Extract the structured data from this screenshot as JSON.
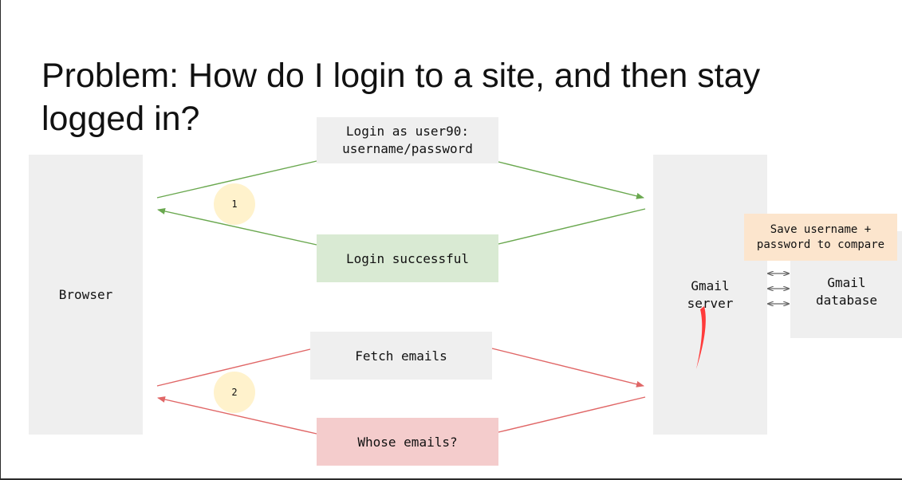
{
  "slide": {
    "title_line1": "Problem: How do I login to a site, and then stay",
    "title_line2": "logged in?"
  },
  "nodes": {
    "browser": "Browser",
    "server": "Gmail\nserver",
    "database": "Gmail\ndatabase"
  },
  "messages": {
    "login_request": "Login as user90:\nusername/password",
    "login_success": "Login successful",
    "fetch_emails": "Fetch emails",
    "whose_emails": "Whose emails?",
    "save_note": "Save username +\npassword to compare"
  },
  "steps": {
    "step1": "1",
    "step2": "2"
  },
  "colors": {
    "green_arrow": "#6aa84f",
    "red_arrow": "#e06666",
    "annotation_red": "#ff3b3b"
  }
}
